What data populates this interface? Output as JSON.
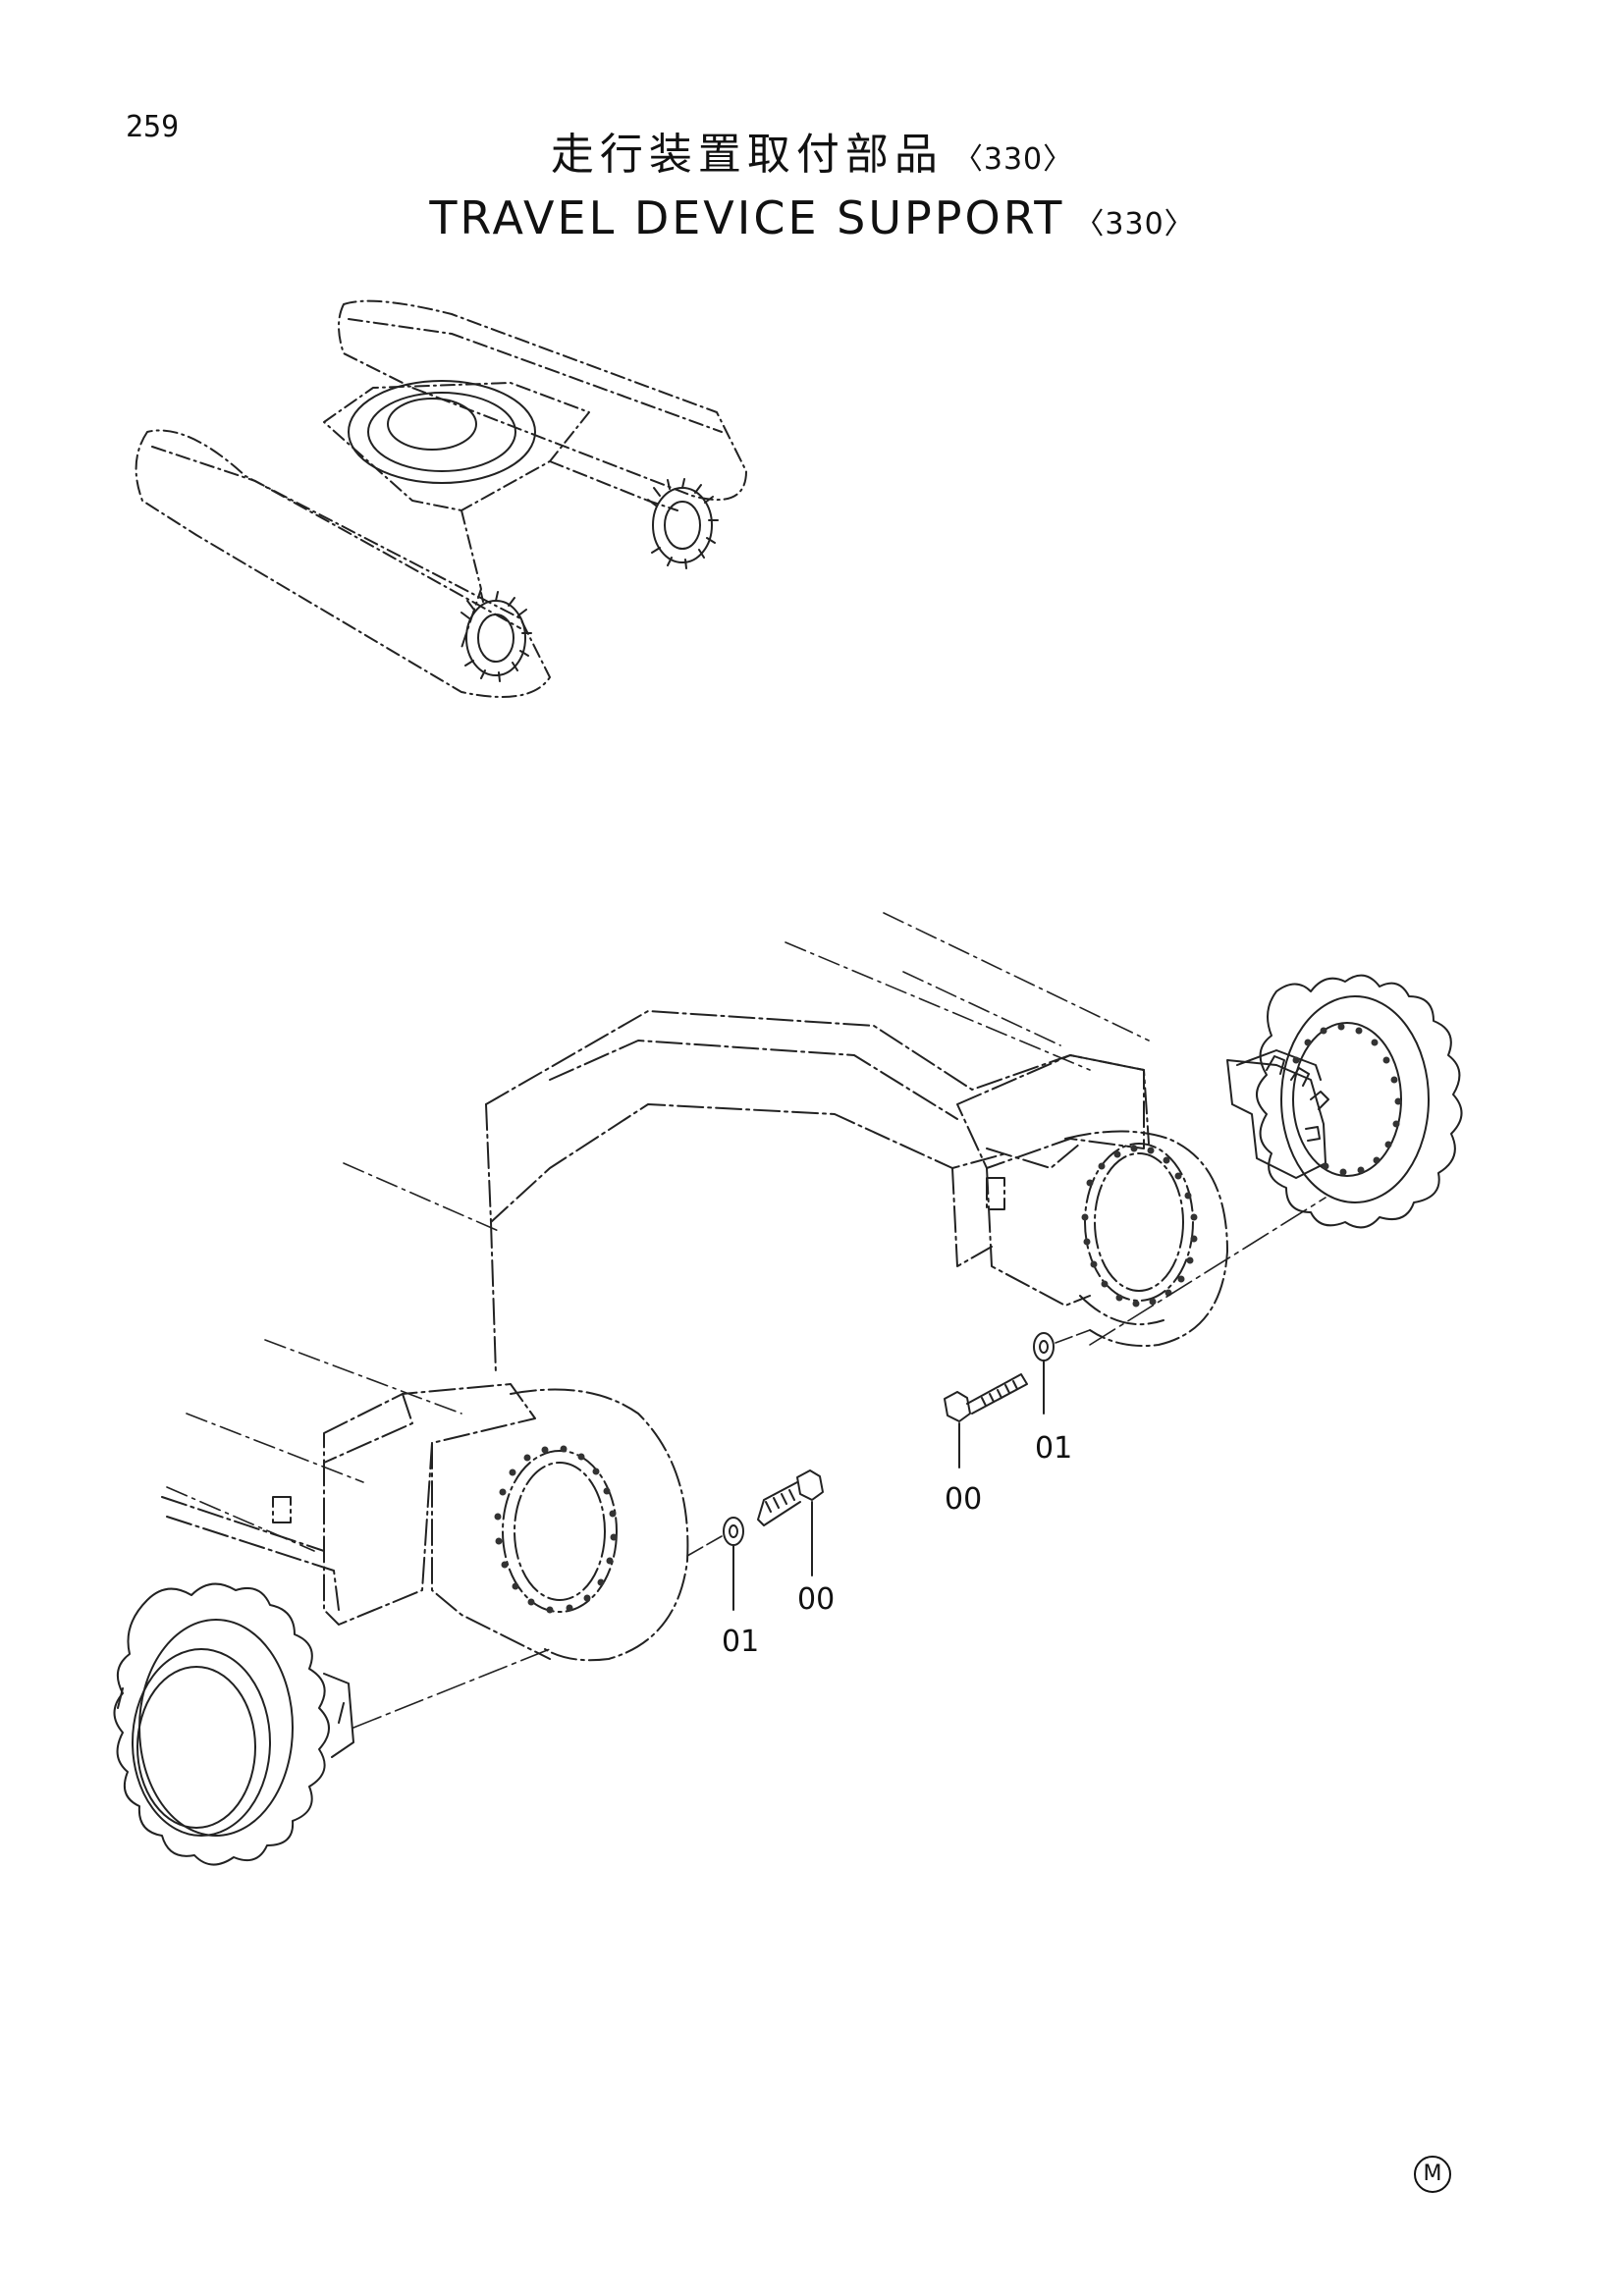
{
  "page": {
    "number": "259"
  },
  "title": {
    "jp": "走行装置取付部品",
    "en": "TRAVEL DEVICE SUPPORT",
    "code": "〈330〉"
  },
  "callouts": [
    {
      "id": "c1",
      "label": "00"
    },
    {
      "id": "c2",
      "label": "01"
    },
    {
      "id": "c3",
      "label": "01"
    },
    {
      "id": "c4",
      "label": "00"
    }
  ],
  "footer": {
    "mark": "M"
  }
}
